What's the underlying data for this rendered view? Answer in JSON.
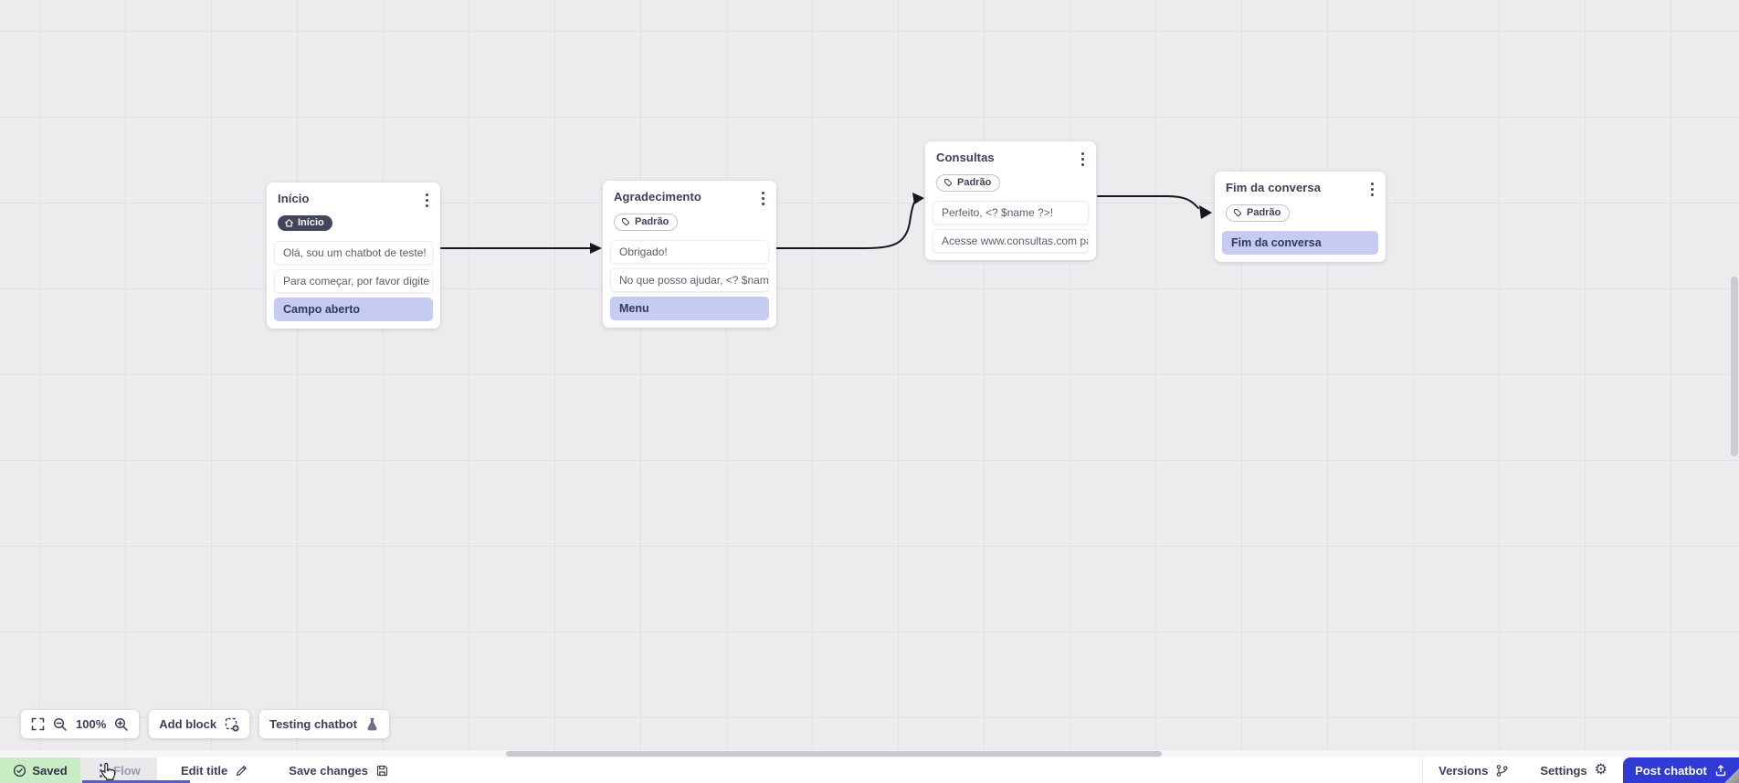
{
  "canvas": {
    "nodes": [
      {
        "title": "Início",
        "badge": {
          "label": "Início",
          "style": "dark",
          "icon": "home-icon"
        },
        "items": [
          {
            "text": "Olá, sou um chatbot de teste!",
            "highlight": false
          },
          {
            "text": "Para começar, por favor digite o ...",
            "highlight": false
          },
          {
            "text": "Campo aberto",
            "highlight": true
          }
        ]
      },
      {
        "title": "Agradecimento",
        "badge": {
          "label": "Padrão",
          "style": "outline",
          "icon": "tag-icon"
        },
        "items": [
          {
            "text": "Obrigado!",
            "highlight": false
          },
          {
            "text": "No que posso ajudar, <? $name ...",
            "highlight": false
          },
          {
            "text": "Menu",
            "highlight": true
          }
        ]
      },
      {
        "title": "Consultas",
        "badge": {
          "label": "Padrão",
          "style": "outline",
          "icon": "tag-icon"
        },
        "items": [
          {
            "text": "Perfeito, <? $name ?>!",
            "highlight": false
          },
          {
            "text": "Acesse www.consultas.com par...",
            "highlight": false
          }
        ]
      },
      {
        "title": "Fim da conversa",
        "badge": {
          "label": "Padrão",
          "style": "outline",
          "icon": "tag-icon"
        },
        "items": [
          {
            "text": "Fim da conversa",
            "highlight": true
          }
        ]
      }
    ]
  },
  "toolbar": {
    "zoom_level": "100%",
    "add_block": "Add block",
    "testing_chatbot": "Testing chatbot"
  },
  "statusbar": {
    "saved": "Saved",
    "flow_tab": "Flow",
    "edit_title": "Edit title",
    "save_changes": "Save changes",
    "versions": "Versions",
    "settings": "Settings",
    "post_chatbot": "Post chatbot"
  },
  "colors": {
    "canvas_bg": "#ECEBEE",
    "grid_line": "#E2E1E6",
    "highlight_purple": "#C5CBF1",
    "badge_dark": "#40465B",
    "saved_green": "#C8EDC5",
    "flow_underline": "#5B5AD3",
    "post_button_blue": "#2F3BD4",
    "arrow_black": "#15171F"
  }
}
